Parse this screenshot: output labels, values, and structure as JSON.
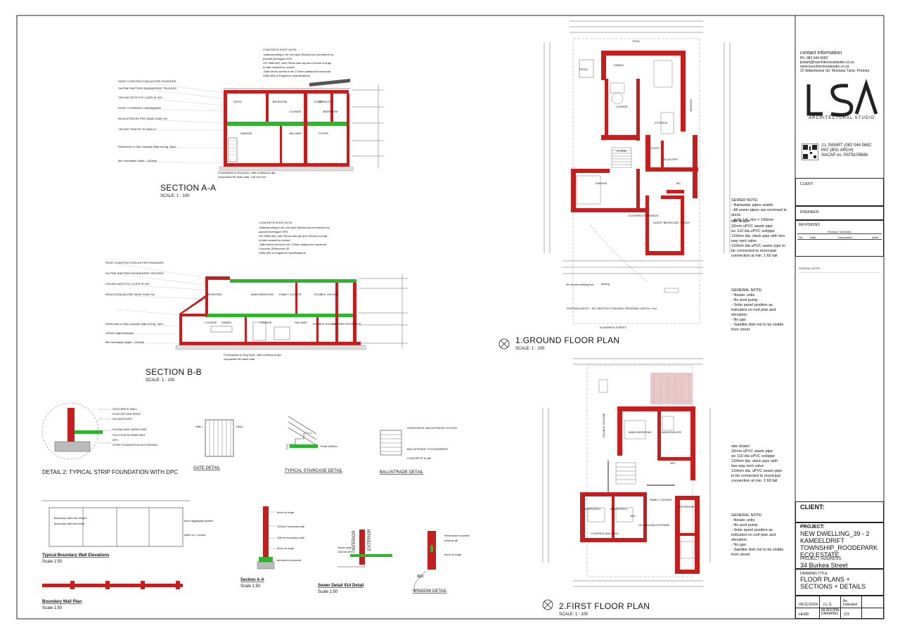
{
  "section_aa": {
    "title": "SECTION A-A",
    "scale": "SCALE: 1 : 100",
    "rooms": [
      "PATIO",
      "BEDROOM",
      "LOUNGE",
      "GARAGE",
      "HALLWAY",
      "FOYER",
      "STAIR",
      "ENSUITE",
      "BEDROOM"
    ],
    "note_title": "CONCRETE ROOF NOTE:"
  },
  "section_bb": {
    "title": "SECTION B-B",
    "scale": "SCALE: 1 : 100",
    "rooms": [
      "BEDROOM",
      "LOUNGE",
      "DINING",
      "LOUNGE",
      "HALLWAY",
      "DOUBLE VOLUME",
      "COVERED ENTRANCE",
      "MAIN BEDROOM",
      "FAMILY LOUNGE",
      "DOUBLE VOLUME"
    ],
    "note_title": "CONCRETE ROOF NOTE:"
  },
  "details": {
    "strip": "DETAIL 2: TYPICAL STRIP FOUNDATION WITH DPC",
    "gate": "GATE DETAIL",
    "stair": "TYPICAL STAIRCASE DETAIL",
    "balustrade": "BALUSTRADE DETAIL",
    "boundary_elev": "Typical Boundary Wall Elevations",
    "boundary_elev_scale": "Scale 1:50",
    "boundary_plan": "Boundary Wall Plan",
    "boundary_plan_scale": "Scale 1:50",
    "section_a": "Section A-A",
    "section_a_scale": "Scale 1:50",
    "sewer": "Sewer Detail 914 Detail",
    "sewer_scale": "Scale 1:50",
    "window": "WINDOW DETAIL",
    "dpc": "dpc",
    "interior": "INTERIOR",
    "exterior": "EXTERIOR"
  },
  "ground_floor": {
    "title": "1.GROUND FLOOR PLAN",
    "scale": "SCALE: 1 : 100",
    "rooms": [
      "DINING",
      "LOUNGE",
      "KITCHEN",
      "PATIO",
      "GARAGE",
      "STUDY",
      "SCULLERY",
      "WC",
      "GUEST BEDROOM / STUDY",
      "COVERED ENTRANCE",
      "STORE",
      "POOL",
      "WINDOW"
    ],
    "street": "34 BURKEA STREET",
    "entrance": "ENTRANCE/EXIT - NO OBSTRUCTION MAX DRIVEWAY WIDTH = 6m"
  },
  "first_floor": {
    "title": "2.FIRST FLOOR PLAN",
    "scale": "SCALE: 1 : 100",
    "rooms": [
      "MAIN BEDROOM",
      "MAIN ENSUITE",
      "BEDROOM 2",
      "BEDROOM 3",
      "W/C",
      "W/C",
      "FAMILY LOUNGE",
      "COVERED BALCONY",
      "1m HIGH BALUSTRADE",
      "BATHROOM",
      "DOUBLE VOLUME"
    ]
  },
  "sewer_notes": {
    "ground": "SEWER NOTE:\n- Rainwater pipes visible\n- All sewer pipes are enclosed in ducts\n- gully 14L min = 100mm",
    "ground_detail": "wbc drawn\n32mm uPVC waste pipe\nwc 110 dia uPVC soilpipe\n110mm dia. stack pipe with two way vent valve\n110mm dia uPVC sewer pipe to be connected to municipal connection at min. 1:60 fall",
    "general": "GENERAL NOTE:\n- Nosaic units\n- No pool pump\n- Solar panel position as indicated on roof plan and elevation\n- No gas\n- Satellite dish not to be visible from street",
    "first": "wbc drawn\n32mm uPVC waste pipe\nwc 110 dia uPVC soilpipe\n110mm dia. stack pipe with two way vent valve\n110mm dia. uPVC sewer pipe to be connected to municipal connection at min. 1:60 fall",
    "first_general": "GENERAL NOTE:\n- Nosaic units\n- No pool pump\n- Solar panel position as indicated on roof plan and elevation\n- No gas\n- Satellite dish not to be visible from street"
  },
  "title_block": {
    "contact_heading": "contact information",
    "contact_lines": "Ph: 082 044 0682\njlswart@lsarchitecturalstudio.co.za\nwww.lsarchitecturalstudio.co.za\n22 Waterbessie Str, Montana Tuine, Pretoria",
    "studio": "ARCHITECTURAL STUDIO",
    "architect": "J.L SWART (082 044 0682\nPAT (BSc ARCH)\nSACAP no. PAT8105686",
    "client_label": "CLIENT:",
    "engineer_label": "ENGINEER:",
    "revisions_label": "REVISIONS",
    "revision_cols": [
      "No.",
      "Date",
      "Description",
      "Initial"
    ],
    "revision_schedule": "Revision Schedule",
    "client2_label": "CLIENT:",
    "project_label": "PROJECT:",
    "project_name": "NEW DWELLING_39 - 2 KAMEELDRIFT TOWNSHIP_ROODEPARK ECO ESTATE",
    "address_label": "PROJECT ADDRESS:",
    "address": "34 Burkea Street",
    "drawing_title_label": "DRAWING TITLE",
    "drawing_title": "FLOOR PLANS + SECTIONS + DETAILS",
    "date": "09/11/2024",
    "drawn": "J.L.S",
    "scale": "As indicated",
    "job": "HH39",
    "stage": "MUNICIPAL DRAWING",
    "sheet": "2/3"
  }
}
